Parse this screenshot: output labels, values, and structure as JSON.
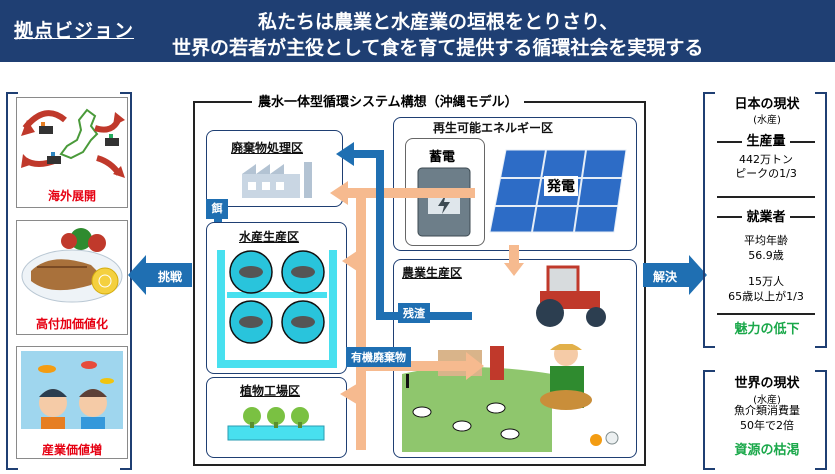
{
  "header": {
    "label": "拠点ビジョン",
    "line1": "私たちは農業と水産業の垣根をとりさり、",
    "line2": "世界の若者が主役として食を育て提供する循環社会を実現する"
  },
  "left": {
    "panels": [
      {
        "label": "海外展開"
      },
      {
        "label": "高付加価値化"
      },
      {
        "label": "産業価値増"
      }
    ],
    "arrow_label": "挑戦"
  },
  "center": {
    "title": "農水一体型循環システム構想（沖縄モデル）",
    "zones": {
      "waste": "廃棄物処理区",
      "aqua": "水産生産区",
      "plant": "植物工場区",
      "renew": "再生可能エネルギー区",
      "agri": "農業生産区"
    },
    "storage": "蓄電",
    "generation": "発電",
    "feed": "餌",
    "residue": "残渣",
    "organic": "有機廃棄物"
  },
  "right": {
    "arrow_label": "解決",
    "japan": {
      "title": "日本の現状",
      "sub": "(水産)",
      "production": {
        "title": "生産量",
        "line1": "442万トン",
        "line2": "ピークの1/3"
      },
      "workers": {
        "title": "就業者",
        "line1": "平均年齢",
        "line2": "56.9歳",
        "line3": "15万人",
        "line4": "65歳以上が1/3"
      },
      "conclusion": "魅力の低下"
    },
    "world": {
      "title": "世界の現状",
      "sub": "(水産)",
      "line1": "魚介類消費量",
      "line2": "50年で2倍",
      "conclusion": "資源の枯渇"
    }
  }
}
